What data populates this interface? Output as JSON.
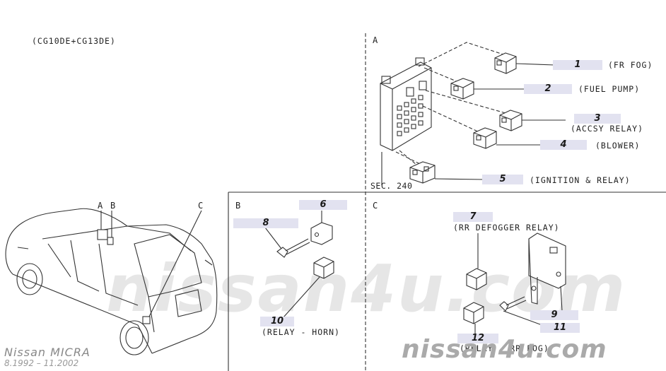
{
  "engine_note": "(CG10DE+CG13DE)",
  "vehicle": {
    "marker_a": "A",
    "marker_b": "B",
    "marker_c": "C"
  },
  "panels": {
    "a": {
      "letter": "A",
      "section_ref": "SEC. 240"
    },
    "b": {
      "letter": "B"
    },
    "c": {
      "letter": "C"
    }
  },
  "parts": [
    {
      "number": "1",
      "label": "(FR FOG)"
    },
    {
      "number": "2",
      "label": "(FUEL PUMP)"
    },
    {
      "number": "3",
      "label": "(ACCSY RELAY)"
    },
    {
      "number": "4",
      "label": "(BLOWER)"
    },
    {
      "number": "5",
      "label": "(IGNITION & RELAY)"
    },
    {
      "number": "6",
      "label": ""
    },
    {
      "number": "7",
      "label": "(RR DEFOGGER RELAY)"
    },
    {
      "number": "8",
      "label": ""
    },
    {
      "number": "9",
      "label": ""
    },
    {
      "number": "10",
      "label": "(RELAY - HORN)"
    },
    {
      "number": "11",
      "label": ""
    },
    {
      "number": "12",
      "label": "(RELAY - RR FOG)"
    }
  ],
  "footer": {
    "model": "Nissan MICRA",
    "years": "8.1992 – 11.2002",
    "site": "nissan4u.com",
    "watermark": "nissan4u.com"
  },
  "colors": {
    "callout_bg": "#e2e2f0",
    "line": "#333333",
    "watermark": "#c8c8c8"
  }
}
